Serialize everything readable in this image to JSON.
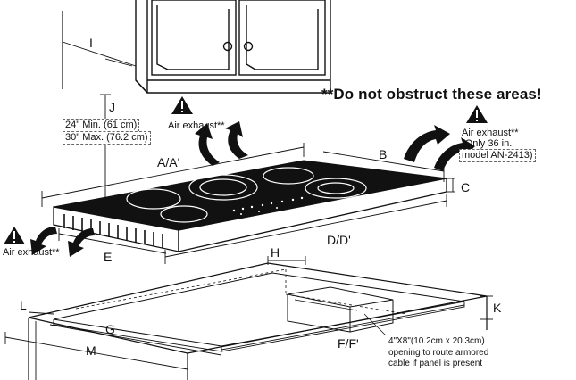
{
  "headline": "**Do not obstruct these areas!",
  "labels": {
    "I": "I",
    "J": "J",
    "A": "A/A'",
    "B": "B",
    "C": "C",
    "D": "D/D'",
    "E": "E",
    "H": "H",
    "K": "K",
    "L": "L",
    "G": "G",
    "F": "F/F'",
    "M": "M"
  },
  "dimension_note": {
    "line1": "24\" Min. (61 cm)",
    "line2": "30\" Max. (76.2 cm)"
  },
  "air_exhaust": {
    "top": "Air exhaust**",
    "right": "Air exhaust**",
    "right_note1": "(Only 36 in.",
    "right_note2": "model AN-2413)",
    "left": "Air exhaust**"
  },
  "opening_note": {
    "line1": "4\"X8\"(10.2cm x 20.3cm)",
    "line2": "opening to route armored",
    "line3": "cable if panel is present"
  },
  "icons": [
    "warning-triangle-icon",
    "arrow-icon"
  ],
  "colors": {
    "line": "#111111",
    "cooktop": "#111111",
    "warning": "#111111",
    "background": "#ffffff"
  }
}
